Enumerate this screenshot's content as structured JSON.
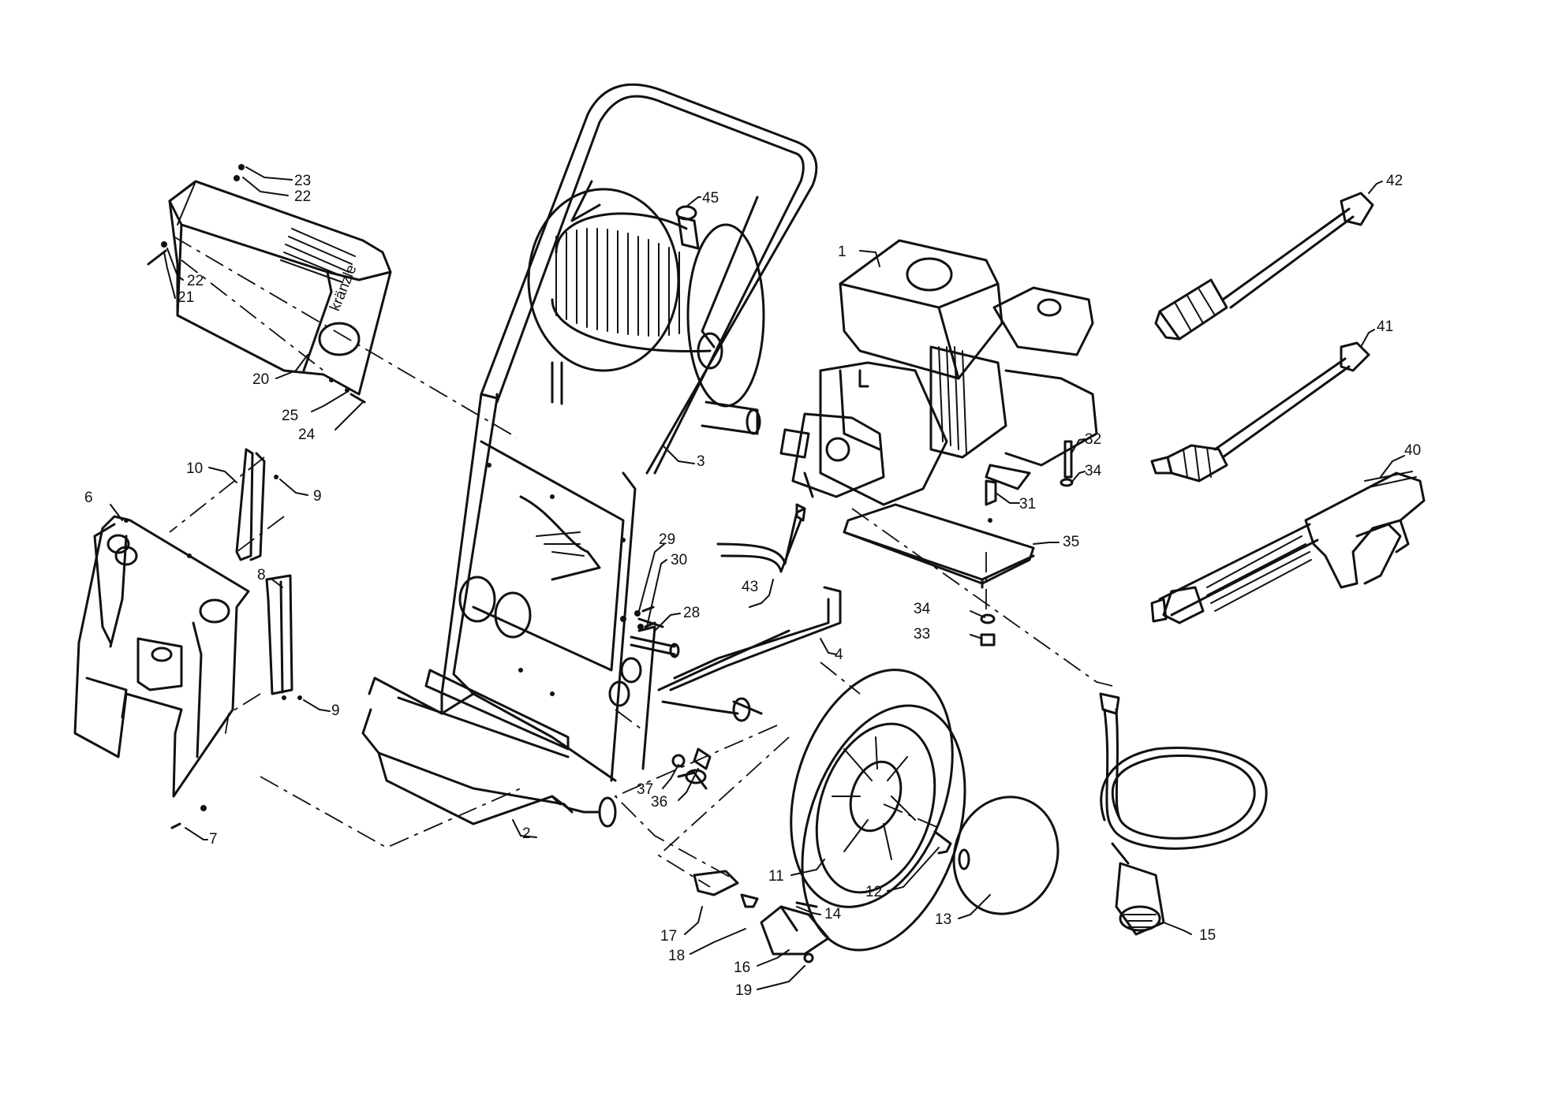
{
  "callouts": [
    {
      "id": "c1",
      "label": "1"
    },
    {
      "id": "c2",
      "label": "2"
    },
    {
      "id": "c3",
      "label": "3"
    },
    {
      "id": "c4",
      "label": "4"
    },
    {
      "id": "c6",
      "label": "6"
    },
    {
      "id": "c7",
      "label": "7"
    },
    {
      "id": "c8",
      "label": "8"
    },
    {
      "id": "c9a",
      "label": "9"
    },
    {
      "id": "c9b",
      "label": "9"
    },
    {
      "id": "c10",
      "label": "10"
    },
    {
      "id": "c11",
      "label": "11"
    },
    {
      "id": "c12",
      "label": "12"
    },
    {
      "id": "c13",
      "label": "13"
    },
    {
      "id": "c14",
      "label": "14"
    },
    {
      "id": "c15",
      "label": "15"
    },
    {
      "id": "c16",
      "label": "16"
    },
    {
      "id": "c17",
      "label": "17"
    },
    {
      "id": "c18",
      "label": "18"
    },
    {
      "id": "c19",
      "label": "19"
    },
    {
      "id": "c20",
      "label": "20"
    },
    {
      "id": "c21",
      "label": "21"
    },
    {
      "id": "c22a",
      "label": "22"
    },
    {
      "id": "c22b",
      "label": "22"
    },
    {
      "id": "c23",
      "label": "23"
    },
    {
      "id": "c24",
      "label": "24"
    },
    {
      "id": "c25",
      "label": "25"
    },
    {
      "id": "c28",
      "label": "28"
    },
    {
      "id": "c29",
      "label": "29"
    },
    {
      "id": "c30",
      "label": "30"
    },
    {
      "id": "c31",
      "label": "31"
    },
    {
      "id": "c32",
      "label": "32"
    },
    {
      "id": "c33",
      "label": "33"
    },
    {
      "id": "c34a",
      "label": "34"
    },
    {
      "id": "c34b",
      "label": "34"
    },
    {
      "id": "c35",
      "label": "35"
    },
    {
      "id": "c36",
      "label": "36"
    },
    {
      "id": "c37",
      "label": "37"
    },
    {
      "id": "c40",
      "label": "40"
    },
    {
      "id": "c41",
      "label": "41"
    },
    {
      "id": "c42",
      "label": "42"
    },
    {
      "id": "c43",
      "label": "43"
    },
    {
      "id": "c45",
      "label": "45"
    }
  ],
  "brand_mark": "kränzle"
}
